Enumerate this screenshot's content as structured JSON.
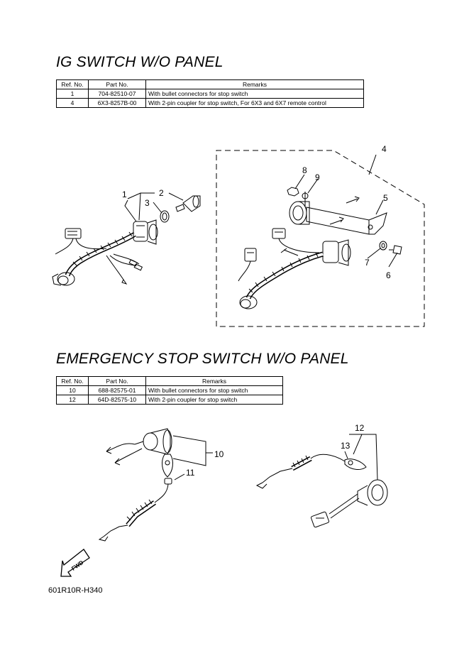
{
  "section1": {
    "title": "IG SWITCH W/O PANEL",
    "headers": [
      "Ref. No.",
      "Part No.",
      "Remarks"
    ],
    "rows": [
      [
        "1",
        "704-82510-07",
        "With bullet connectors for stop switch"
      ],
      [
        "4",
        "6X3-8257B-00",
        "With 2-pin coupler for stop switch, For 6X3 and 6X7 remote control"
      ]
    ],
    "callouts": [
      "1",
      "2",
      "3",
      "4",
      "5",
      "6",
      "7",
      "8",
      "9"
    ]
  },
  "section2": {
    "title": "EMERGENCY STOP SWITCH W/O PANEL",
    "headers": [
      "Ref. No.",
      "Part No.",
      "Remarks"
    ],
    "rows": [
      [
        "10",
        "688-82575-01",
        "With bullet connectors for stop switch"
      ],
      [
        "12",
        "64D-82575-10",
        "With 2-pin coupler for stop switch"
      ]
    ],
    "callouts": [
      "10",
      "11",
      "12",
      "13"
    ]
  },
  "fwd_label": "FWD",
  "drawing_code": "601R10R-H340"
}
